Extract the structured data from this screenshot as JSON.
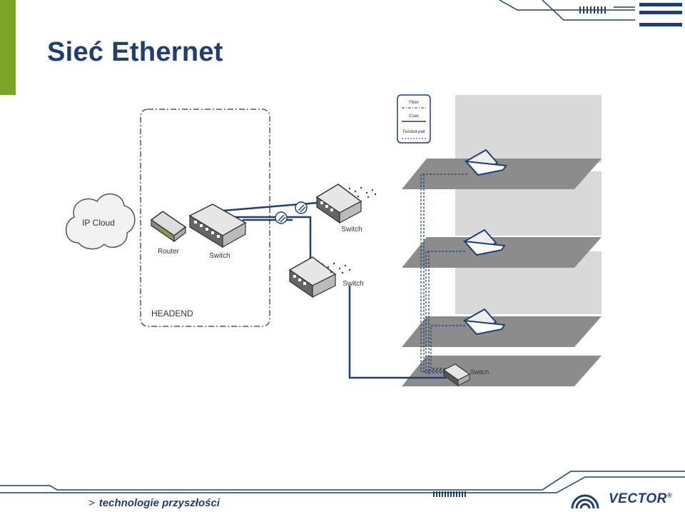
{
  "slide": {
    "title": "Sieć Ethernet",
    "tagline": "technologie przyszłości",
    "tagline_prefix": ">",
    "brand": "VECTOR",
    "brand_mark": "®"
  },
  "diagram": {
    "cloud_label": "IP Cloud",
    "router_label": "Router",
    "headend_switch_label": "Switch",
    "headend_label": "HEADEND",
    "switch_top_label": "Switch",
    "switch_mid_label": "Switch",
    "switch_floor_label": "Switch",
    "legend": {
      "fiber": "Fiber",
      "coax": "Coax",
      "twisted_pair": "Twisted-pair"
    }
  },
  "colors": {
    "accent_green": "#7ba428",
    "title_blue": "#1f3f73",
    "link_blue": "#1f3f73",
    "building_gray": "#d9d9d9",
    "floor_gray": "#8c8c8c"
  }
}
